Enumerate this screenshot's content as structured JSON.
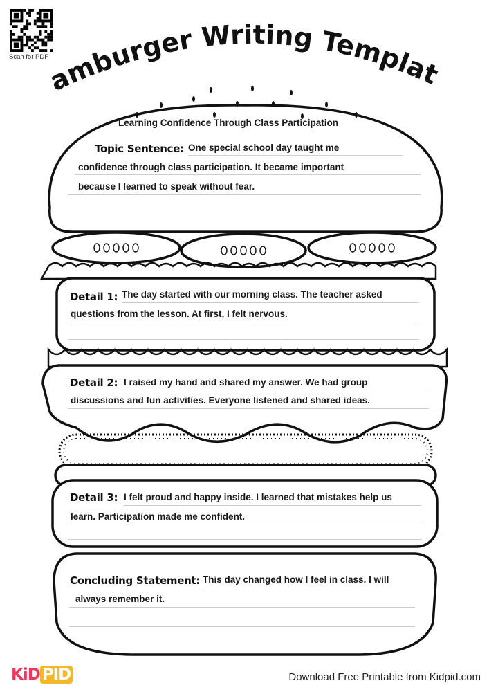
{
  "header": {
    "qr_caption": "Scan for PDF",
    "title": "Hamburger Writing Template"
  },
  "worksheet": {
    "essay_title": "Learning Confidence Through Class Participation",
    "topic": {
      "label": "Topic Sentence:",
      "lines": [
        "One special school day taught me",
        "confidence through class participation. It became important",
        "because I learned to speak without fear."
      ]
    },
    "detail1": {
      "label": "Detail 1:",
      "lines": [
        "The day started with our morning class. The teacher asked",
        "questions from the lesson. At first, I felt nervous."
      ]
    },
    "detail2": {
      "label": "Detail 2:",
      "lines": [
        "I raised my hand and shared my answer. We had group",
        "discussions and fun activities. Everyone listened and shared ideas."
      ]
    },
    "detail3": {
      "label": "Detail 3:",
      "lines": [
        "I felt proud and happy inside. I learned that mistakes help us",
        "learn. Participation made me confident."
      ]
    },
    "conclusion": {
      "label": "Concluding Statement:",
      "lines": [
        "This day changed how I feel in class. I will",
        "always remember it."
      ]
    }
  },
  "footer": {
    "logo_left": "KiD",
    "logo_right": "PID",
    "download_text": "Download Free Printable from Kidpid.com"
  },
  "colors": {
    "logo_pink": "#f0365e",
    "logo_yellow": "#f3b92a"
  }
}
